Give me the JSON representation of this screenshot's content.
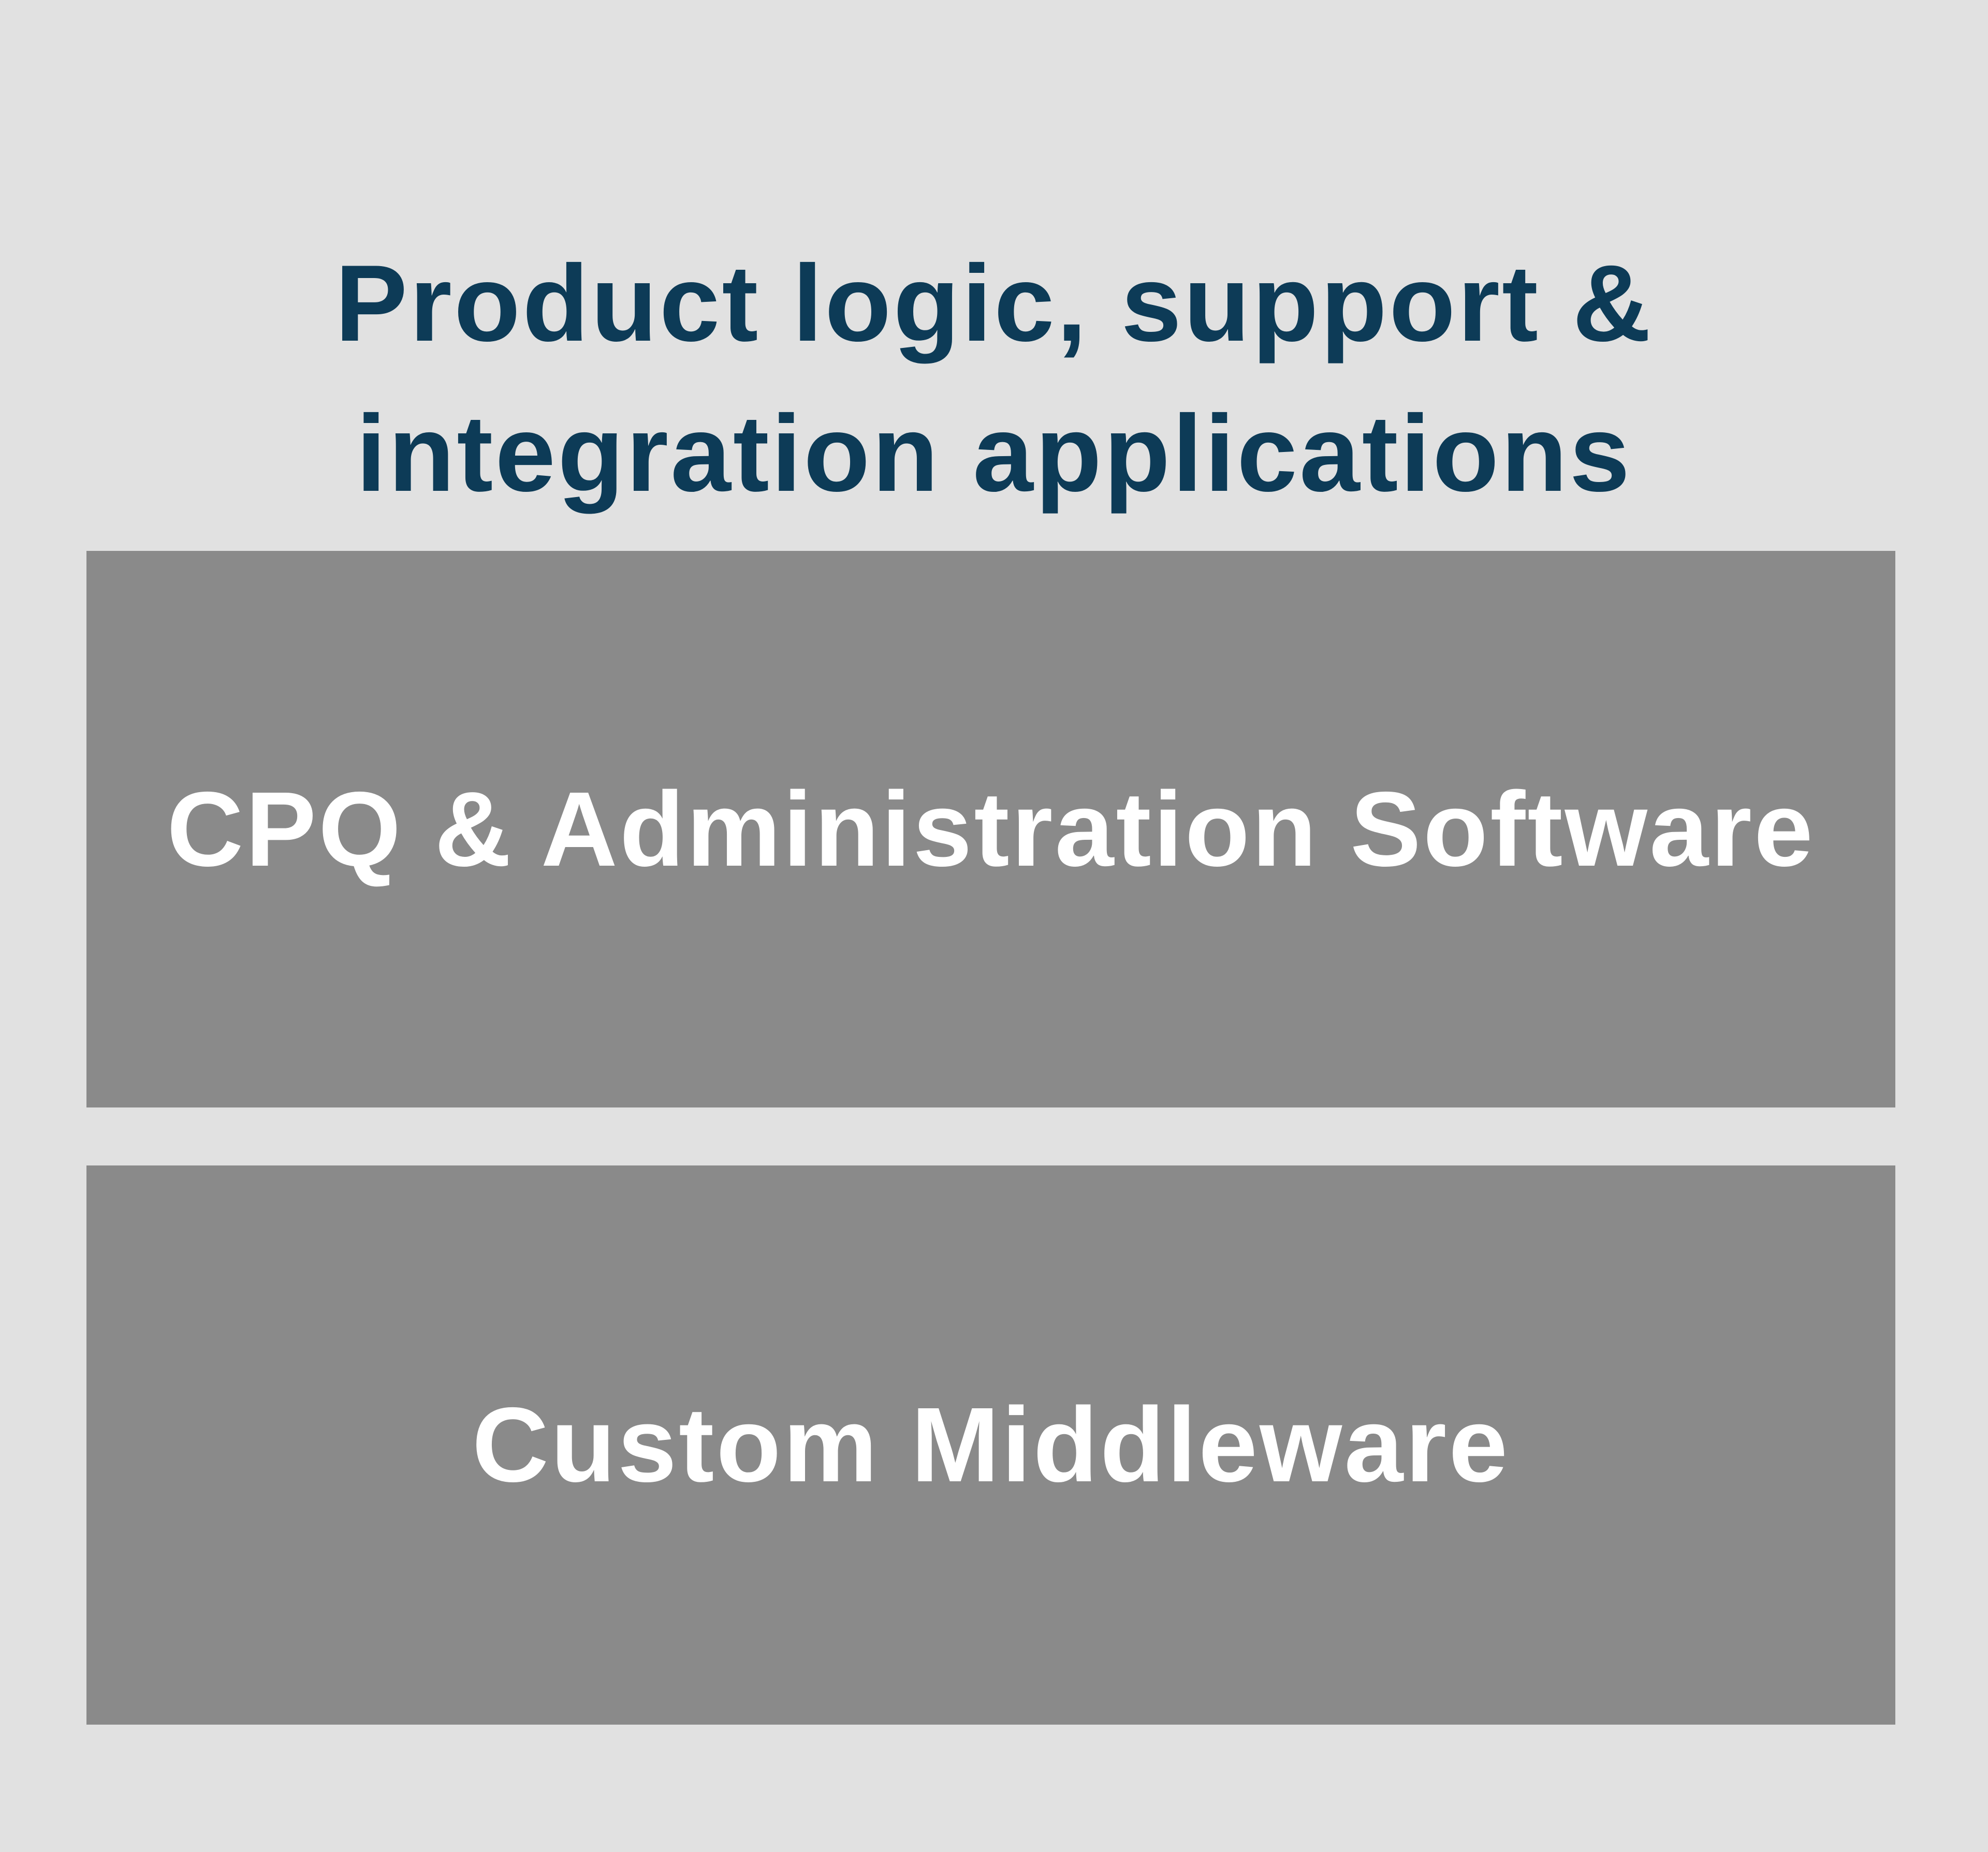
{
  "title": {
    "line1": "Product logic, support &",
    "line2": "integration applications"
  },
  "layers": {
    "top": {
      "label": "CPQ & Administration Software"
    },
    "bottom": {
      "label": "Custom Middleware"
    }
  },
  "colors": {
    "background": "#e1e1e1",
    "title": "#0d3b57",
    "layer_fill": "#8a8a8a",
    "layer_text": "#ffffff"
  }
}
